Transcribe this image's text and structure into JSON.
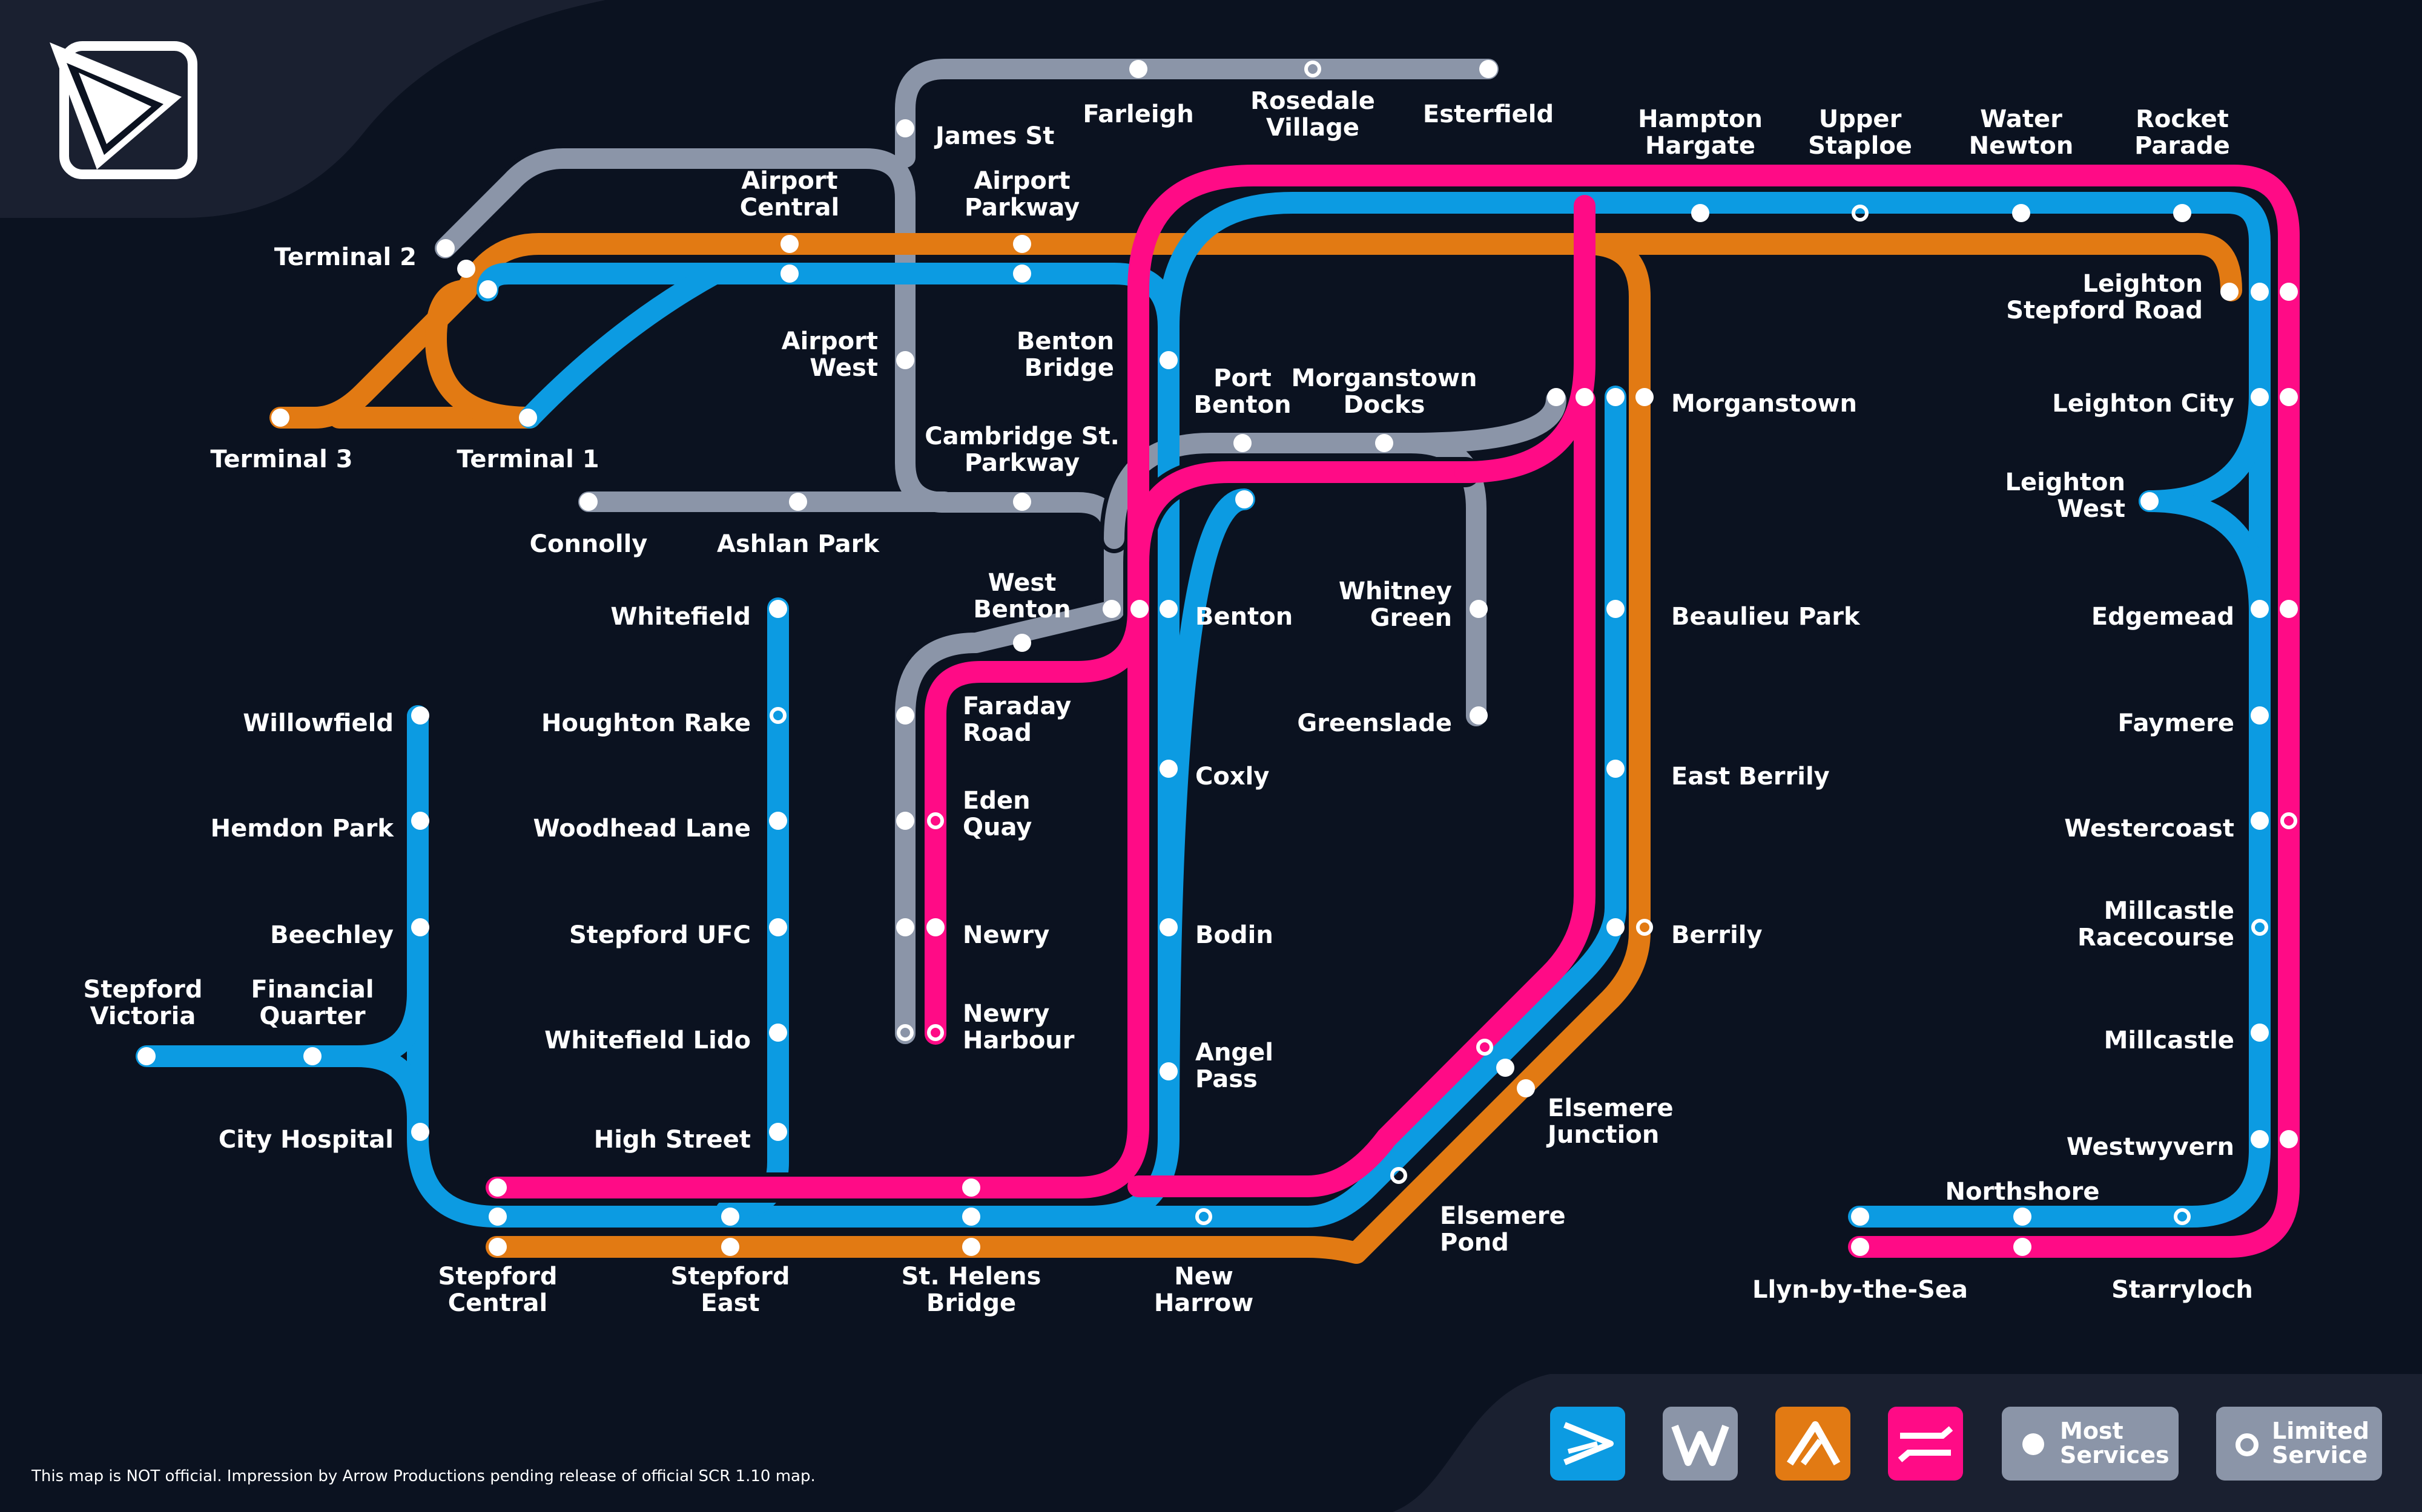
{
  "colors": {
    "background": "#0b1220",
    "panel": "#1a2030",
    "blue": "#0c9be2",
    "grey": "#8b95a8",
    "orange": "#e27a13",
    "pink": "#ff0b86",
    "station_fill": "#ffffff"
  },
  "lines": {
    "blue": "blue-line",
    "grey": "grey-line",
    "orange": "orange-line",
    "pink": "pink-line"
  },
  "stations": {
    "terminal_2": [
      "Terminal 2"
    ],
    "terminal_3": [
      "Terminal 3"
    ],
    "terminal_1": [
      "Terminal 1"
    ],
    "airport_central": [
      "Airport",
      "Central"
    ],
    "airport_parkway": [
      "Airport",
      "Parkway"
    ],
    "airport_west": [
      "Airport",
      "West"
    ],
    "james_st": [
      "James St"
    ],
    "farleigh": [
      "Farleigh"
    ],
    "rosedale_village": [
      "Rosedale",
      "Village"
    ],
    "esterfield": [
      "Esterfield"
    ],
    "hampton_hargate": [
      "Hampton",
      "Hargate"
    ],
    "upper_staploe": [
      "Upper",
      "Staploe"
    ],
    "water_newton": [
      "Water",
      "Newton"
    ],
    "rocket_parade": [
      "Rocket",
      "Parade"
    ],
    "leighton_stepford_road": [
      "Leighton",
      "Stepford Road"
    ],
    "leighton_city": [
      "Leighton City"
    ],
    "leighton_west": [
      "Leighton",
      "West"
    ],
    "edgemead": [
      "Edgemead"
    ],
    "faymere": [
      "Faymere"
    ],
    "westercoast": [
      "Westercoast"
    ],
    "millcastle_racecourse": [
      "Millcastle",
      "Racecourse"
    ],
    "millcastle": [
      "Millcastle"
    ],
    "westwyvern": [
      "Westwyvern"
    ],
    "northshore": [
      "Northshore"
    ],
    "llyn_by_the_sea": [
      "Llyn-by-the-Sea"
    ],
    "starryloch": [
      "Starryloch"
    ],
    "benton_bridge": [
      "Benton",
      "Bridge"
    ],
    "port_benton": [
      "Port",
      "Benton"
    ],
    "morganstown_docks": [
      "Morganstown",
      "Docks"
    ],
    "morganstown": [
      "Morganstown"
    ],
    "cambridge_st_parkway": [
      "Cambridge St.",
      "Parkway"
    ],
    "connolly": [
      "Connolly"
    ],
    "ashlan_park": [
      "Ashlan Park"
    ],
    "west_benton": [
      "West",
      "Benton"
    ],
    "benton": [
      "Benton"
    ],
    "whitney_green": [
      "Whitney",
      "Green"
    ],
    "greenslade": [
      "Greenslade"
    ],
    "beaulieu_park": [
      "Beaulieu Park"
    ],
    "east_berrily": [
      "East Berrily"
    ],
    "berrily": [
      "Berrily"
    ],
    "faraday_road": [
      "Faraday",
      "Road"
    ],
    "eden_quay": [
      "Eden",
      "Quay"
    ],
    "newry": [
      "Newry"
    ],
    "newry_harbour": [
      "Newry",
      "Harbour"
    ],
    "coxly": [
      "Coxly"
    ],
    "bodin": [
      "Bodin"
    ],
    "angel_pass": [
      "Angel",
      "Pass"
    ],
    "elsemere_junction": [
      "Elsemere",
      "Junction"
    ],
    "elsemere_pond": [
      "Elsemere",
      "Pond"
    ],
    "whitefield": [
      "Whitefield"
    ],
    "houghton_rake": [
      "Houghton Rake"
    ],
    "woodhead_lane": [
      "Woodhead Lane"
    ],
    "stepford_ufc": [
      "Stepford UFC"
    ],
    "whitefield_lido": [
      "Whitefield Lido"
    ],
    "high_street": [
      "High Street"
    ],
    "willowfield": [
      "Willowfield"
    ],
    "hemdon_park": [
      "Hemdon Park"
    ],
    "beechley": [
      "Beechley"
    ],
    "stepford_victoria": [
      "Stepford",
      "Victoria"
    ],
    "financial_quarter": [
      "Financial",
      "Quarter"
    ],
    "city_hospital": [
      "City Hospital"
    ],
    "stepford_central": [
      "Stepford",
      "Central"
    ],
    "stepford_east": [
      "Stepford",
      "East"
    ],
    "st_helens_bridge": [
      "St. Helens",
      "Bridge"
    ],
    "new_harrow": [
      "New",
      "Harrow"
    ]
  },
  "legend": {
    "most_services": [
      "Most",
      "Services"
    ],
    "limited_service": [
      "Limited",
      "Service"
    ]
  },
  "disclaimer": "This map is NOT official. Impression by Arrow Productions pending release of official SCR 1.10 map."
}
